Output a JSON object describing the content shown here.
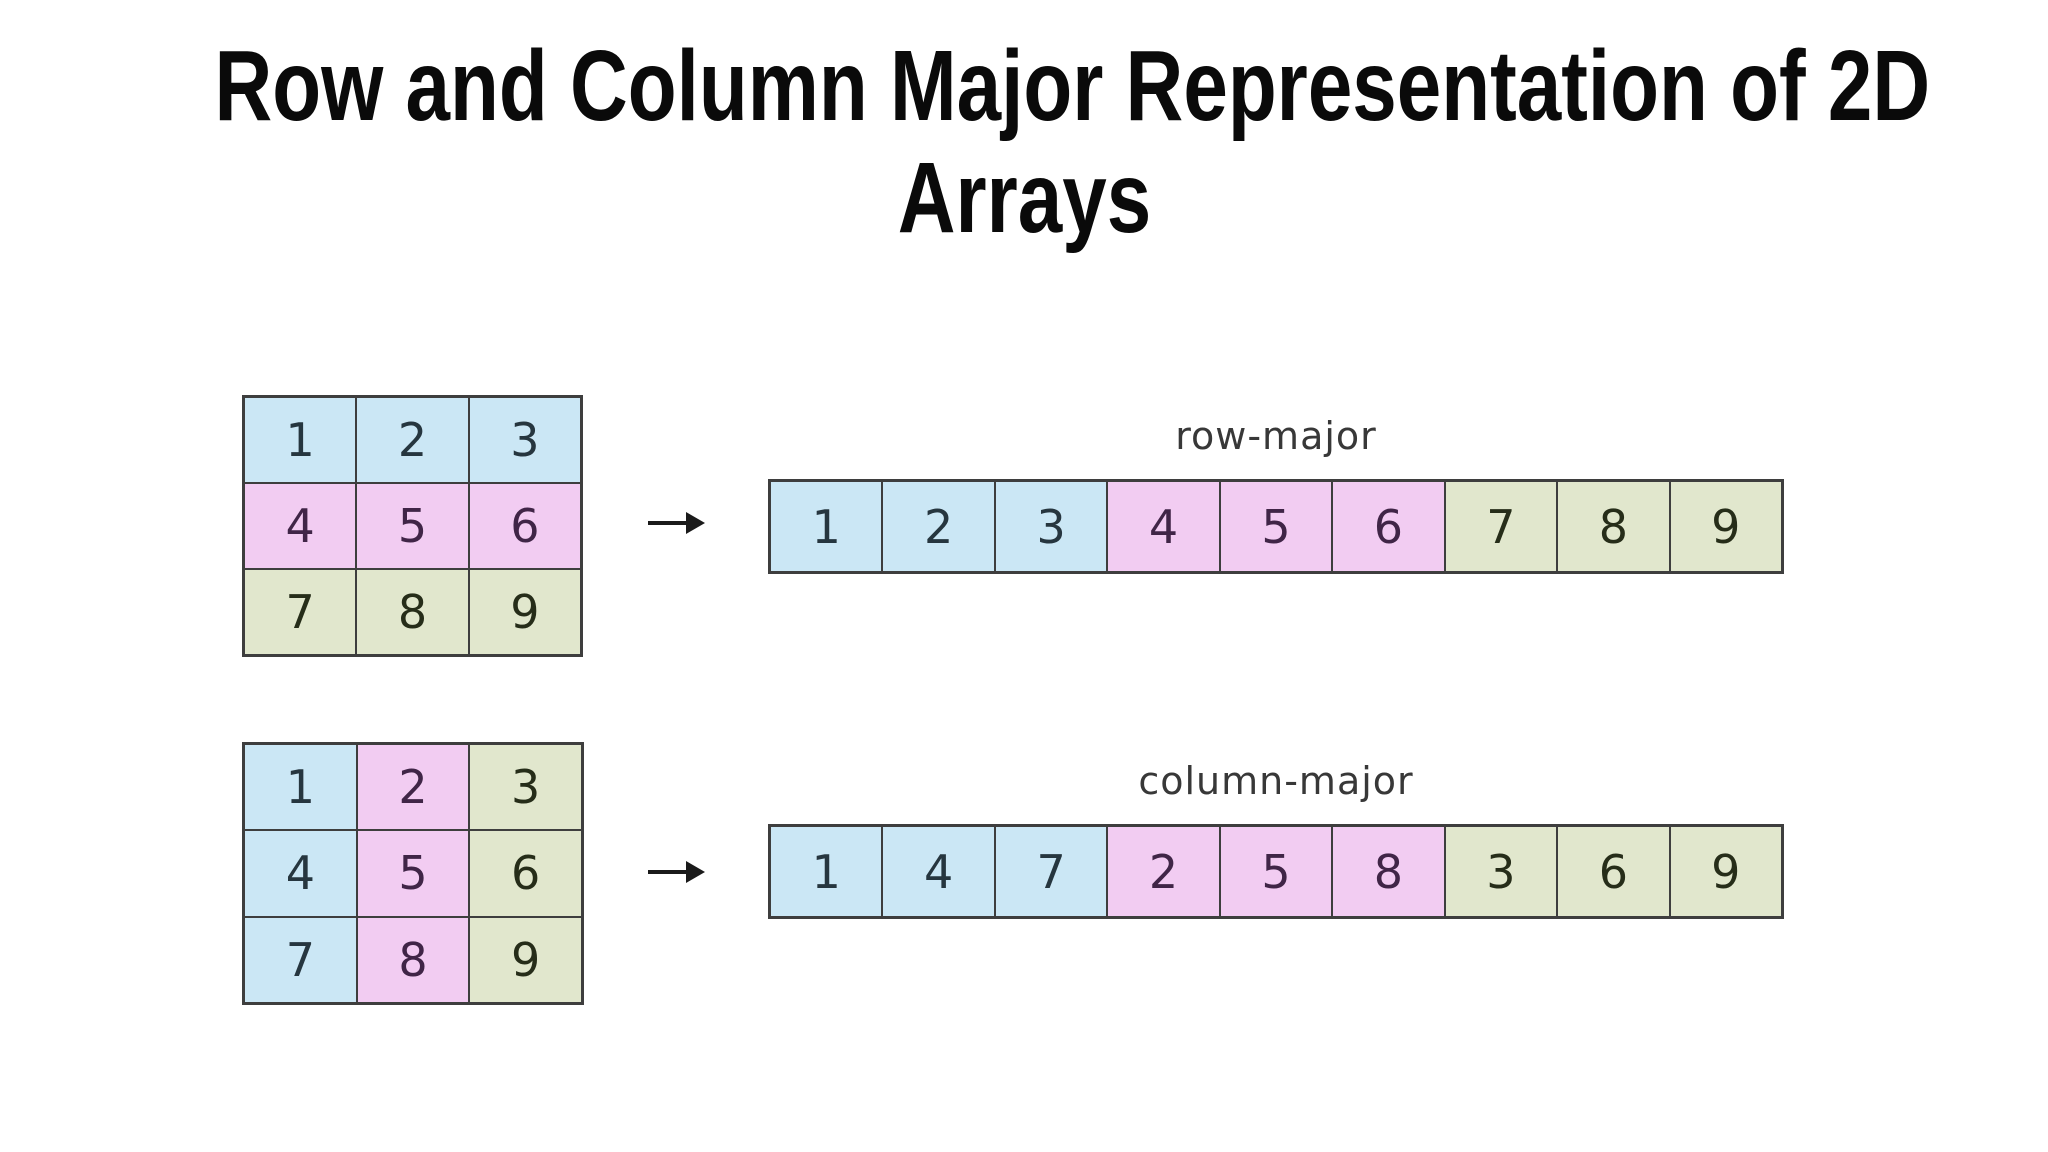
{
  "title": {
    "line1": "Row and Column Major Representation of 2D",
    "line2": "Arrays"
  },
  "palette": {
    "page_bg": "#ffffff",
    "title_color": "#0a0a0a",
    "grid_line": "#3e3e3e",
    "label": "#383838",
    "arrow": "#1a1a1a",
    "blue_bg": "#cbe7f5",
    "blue_fg": "#26363f",
    "pink_bg": "#f2ccf2",
    "pink_fg": "#402547",
    "green_bg": "#e1e7cd",
    "green_fg": "#262d19"
  },
  "row_major": {
    "label": "row-major",
    "grid_cells": [
      {
        "value": "1",
        "color": "blue"
      },
      {
        "value": "2",
        "color": "blue"
      },
      {
        "value": "3",
        "color": "blue"
      },
      {
        "value": "4",
        "color": "pink"
      },
      {
        "value": "5",
        "color": "pink"
      },
      {
        "value": "6",
        "color": "pink"
      },
      {
        "value": "7",
        "color": "green"
      },
      {
        "value": "8",
        "color": "green"
      },
      {
        "value": "9",
        "color": "green"
      }
    ],
    "array_cells": [
      {
        "value": "1",
        "color": "blue"
      },
      {
        "value": "2",
        "color": "blue"
      },
      {
        "value": "3",
        "color": "blue"
      },
      {
        "value": "4",
        "color": "pink"
      },
      {
        "value": "5",
        "color": "pink"
      },
      {
        "value": "6",
        "color": "pink"
      },
      {
        "value": "7",
        "color": "green"
      },
      {
        "value": "8",
        "color": "green"
      },
      {
        "value": "9",
        "color": "green"
      }
    ]
  },
  "column_major": {
    "label": "column-major",
    "grid_cells": [
      {
        "value": "1",
        "color": "blue"
      },
      {
        "value": "2",
        "color": "pink"
      },
      {
        "value": "3",
        "color": "green"
      },
      {
        "value": "4",
        "color": "blue"
      },
      {
        "value": "5",
        "color": "pink"
      },
      {
        "value": "6",
        "color": "green"
      },
      {
        "value": "7",
        "color": "blue"
      },
      {
        "value": "8",
        "color": "pink"
      },
      {
        "value": "9",
        "color": "green"
      }
    ],
    "array_cells": [
      {
        "value": "1",
        "color": "blue"
      },
      {
        "value": "4",
        "color": "blue"
      },
      {
        "value": "7",
        "color": "blue"
      },
      {
        "value": "2",
        "color": "pink"
      },
      {
        "value": "5",
        "color": "pink"
      },
      {
        "value": "8",
        "color": "pink"
      },
      {
        "value": "3",
        "color": "green"
      },
      {
        "value": "6",
        "color": "green"
      },
      {
        "value": "9",
        "color": "green"
      }
    ]
  },
  "arrow_glyph": "→"
}
